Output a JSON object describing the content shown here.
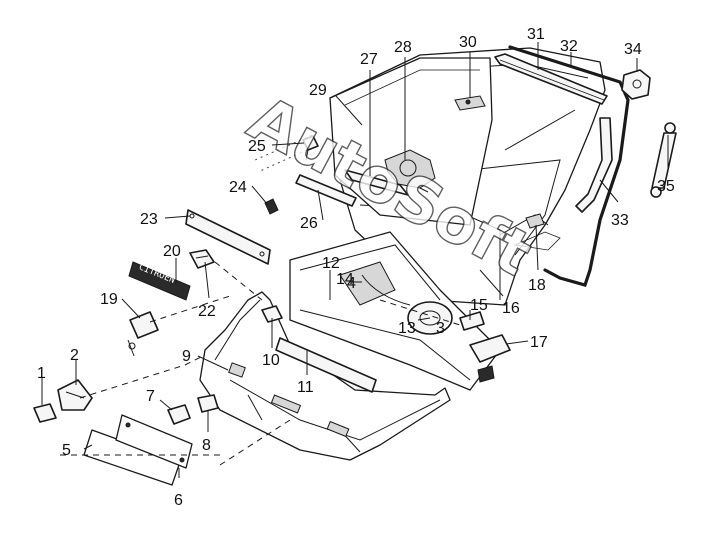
{
  "callouts": [
    {
      "id": "1",
      "label": "1"
    },
    {
      "id": "2",
      "label": "2"
    },
    {
      "id": "3",
      "label": "3"
    },
    {
      "id": "4",
      "label": "4"
    },
    {
      "id": "5",
      "label": "5"
    },
    {
      "id": "6",
      "label": "6"
    },
    {
      "id": "7",
      "label": "7"
    },
    {
      "id": "8",
      "label": "8"
    },
    {
      "id": "9",
      "label": "9"
    },
    {
      "id": "10",
      "label": "10"
    },
    {
      "id": "11",
      "label": "11"
    },
    {
      "id": "12",
      "label": "12"
    },
    {
      "id": "13",
      "label": "13"
    },
    {
      "id": "14",
      "label": "14"
    },
    {
      "id": "15",
      "label": "15"
    },
    {
      "id": "16",
      "label": "16"
    },
    {
      "id": "17",
      "label": "17"
    },
    {
      "id": "18",
      "label": "18"
    },
    {
      "id": "19",
      "label": "19"
    },
    {
      "id": "20",
      "label": "20"
    },
    {
      "id": "22",
      "label": "22"
    },
    {
      "id": "23",
      "label": "23"
    },
    {
      "id": "24",
      "label": "24"
    },
    {
      "id": "25",
      "label": "25"
    },
    {
      "id": "26",
      "label": "26"
    },
    {
      "id": "27",
      "label": "27"
    },
    {
      "id": "28",
      "label": "28"
    },
    {
      "id": "29",
      "label": "29"
    },
    {
      "id": "30",
      "label": "30"
    },
    {
      "id": "31",
      "label": "31"
    },
    {
      "id": "32",
      "label": "32"
    },
    {
      "id": "33",
      "label": "33"
    },
    {
      "id": "34",
      "label": "34"
    },
    {
      "id": "35",
      "label": "35"
    }
  ],
  "watermark": {
    "text": "AutoSoft"
  },
  "plate_badge": {
    "text": "CITROEN"
  }
}
